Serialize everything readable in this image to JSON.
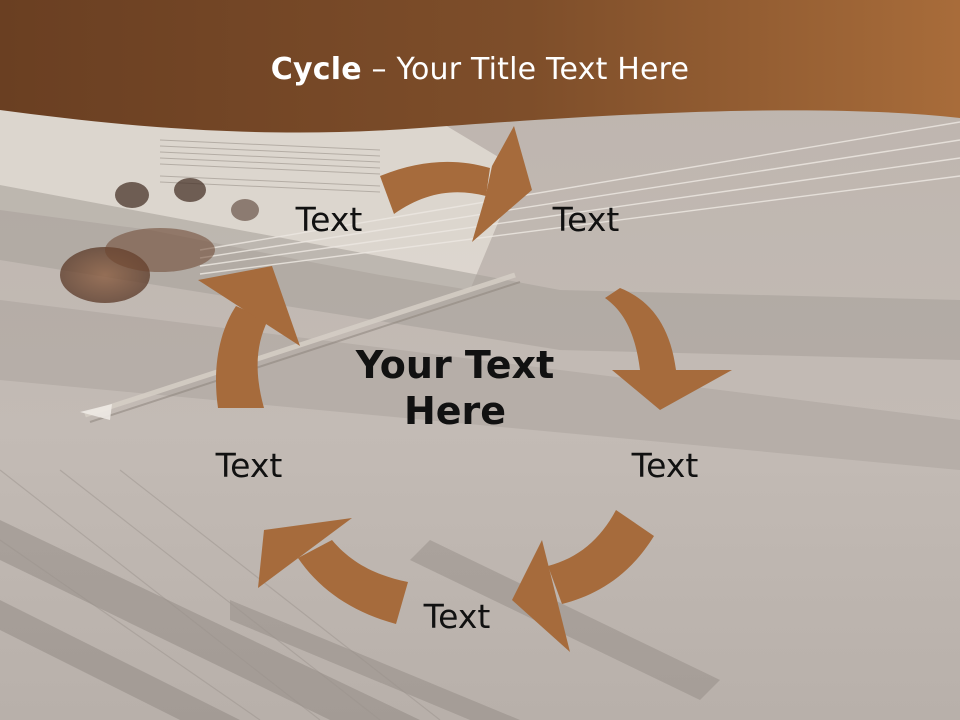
{
  "title": {
    "bold": "Cycle",
    "rest": " – Your Title Text Here"
  },
  "cycle": {
    "labels": [
      "Text",
      "Text",
      "Text",
      "Text",
      "Text"
    ],
    "center_line1": "Your Text",
    "center_line2": "Here"
  },
  "colors": {
    "banner_dark": "#6a3f22",
    "banner_light": "#a86c3a",
    "arrow": "#a66b3c",
    "background": "#bcb4ae",
    "text": "#111111",
    "title_text": "#ffffff"
  },
  "icons": {
    "arrows": "curved-cycle-arrow-icon",
    "background": "piano-violin-photo"
  }
}
